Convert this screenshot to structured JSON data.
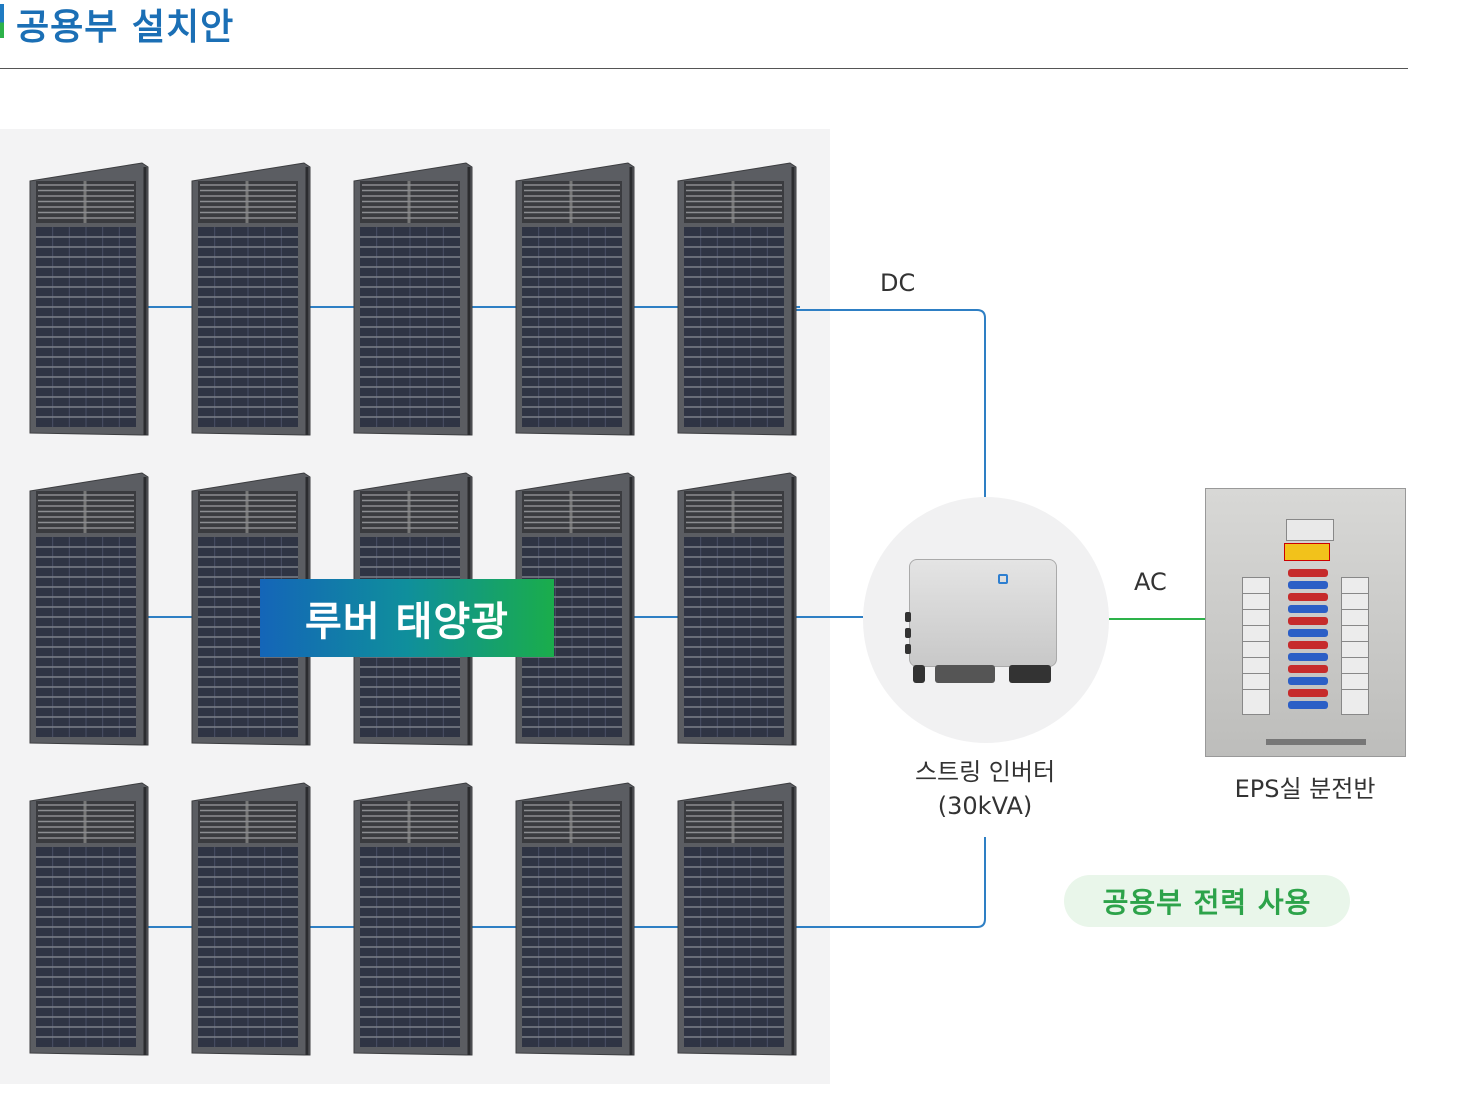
{
  "header": {
    "title": "공용부 설치안"
  },
  "diagram": {
    "louver_label": "루버 태양광",
    "dc_label": "DC",
    "ac_label": "AC",
    "inverter_label_line1": "스트링 인버터",
    "inverter_label_line2": "(30kVA)",
    "panel_label": "EPS실 분전반",
    "usage_label": "공용부 전력 사용"
  },
  "colors": {
    "title": "#1b6fb5",
    "dc_line": "#2e7fc4",
    "ac_line": "#2db24a",
    "usage_pill_bg": "#e9f6ea",
    "usage_pill_text": "#2da34a"
  },
  "icons": [
    "solar-louver-panel-icon",
    "string-inverter-icon",
    "distribution-panel-icon"
  ]
}
